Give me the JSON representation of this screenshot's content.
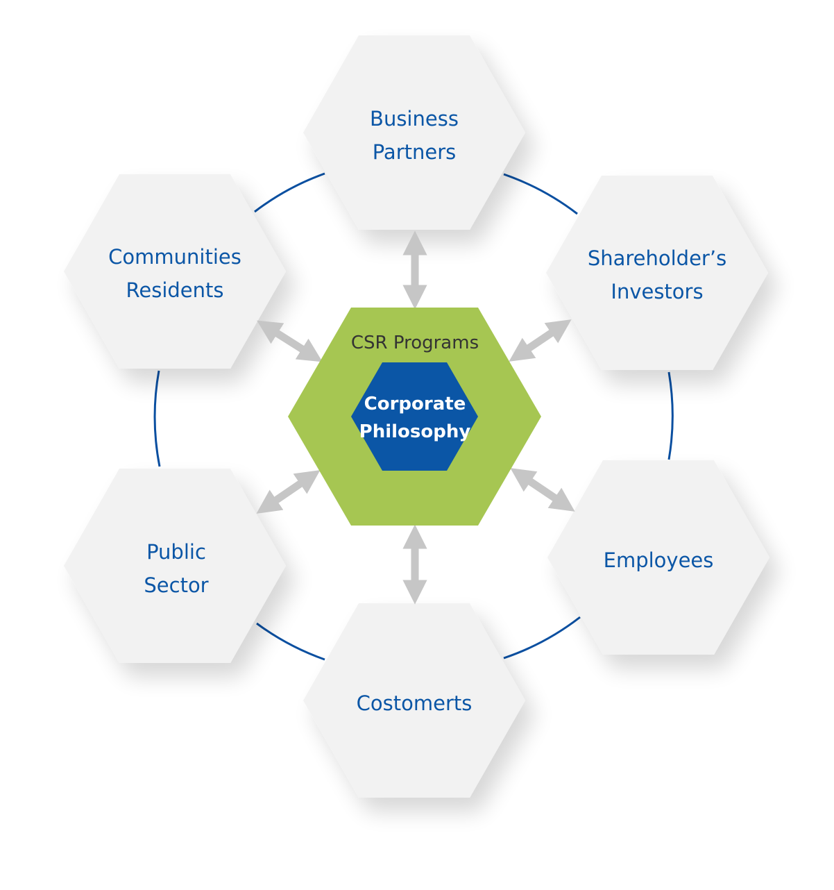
{
  "center": {
    "outer_label": "CSR Programs",
    "inner_label_line1": "Corporate",
    "inner_label_line2": "Philosophy"
  },
  "stakeholders": {
    "top": {
      "line1": "Business",
      "line2": "Partners"
    },
    "upper_right": {
      "line1": "Shareholder’s",
      "line2": "Investors"
    },
    "lower_right": {
      "line1": "Employees"
    },
    "bottom": {
      "line1": "Costomerts"
    },
    "lower_left": {
      "line1": "Public",
      "line2": "Sector"
    },
    "upper_left": {
      "line1": "Communities",
      "line2": "Residents"
    }
  },
  "colors": {
    "ring": "#0a4fa0",
    "outer_hex": "#f2f2f2",
    "green_hex": "#a6c652",
    "blue_hex": "#0b56a6",
    "arrow": "#c6c6c6",
    "label_blue": "#0b56a6",
    "label_dark": "#333333",
    "label_white": "#ffffff"
  }
}
